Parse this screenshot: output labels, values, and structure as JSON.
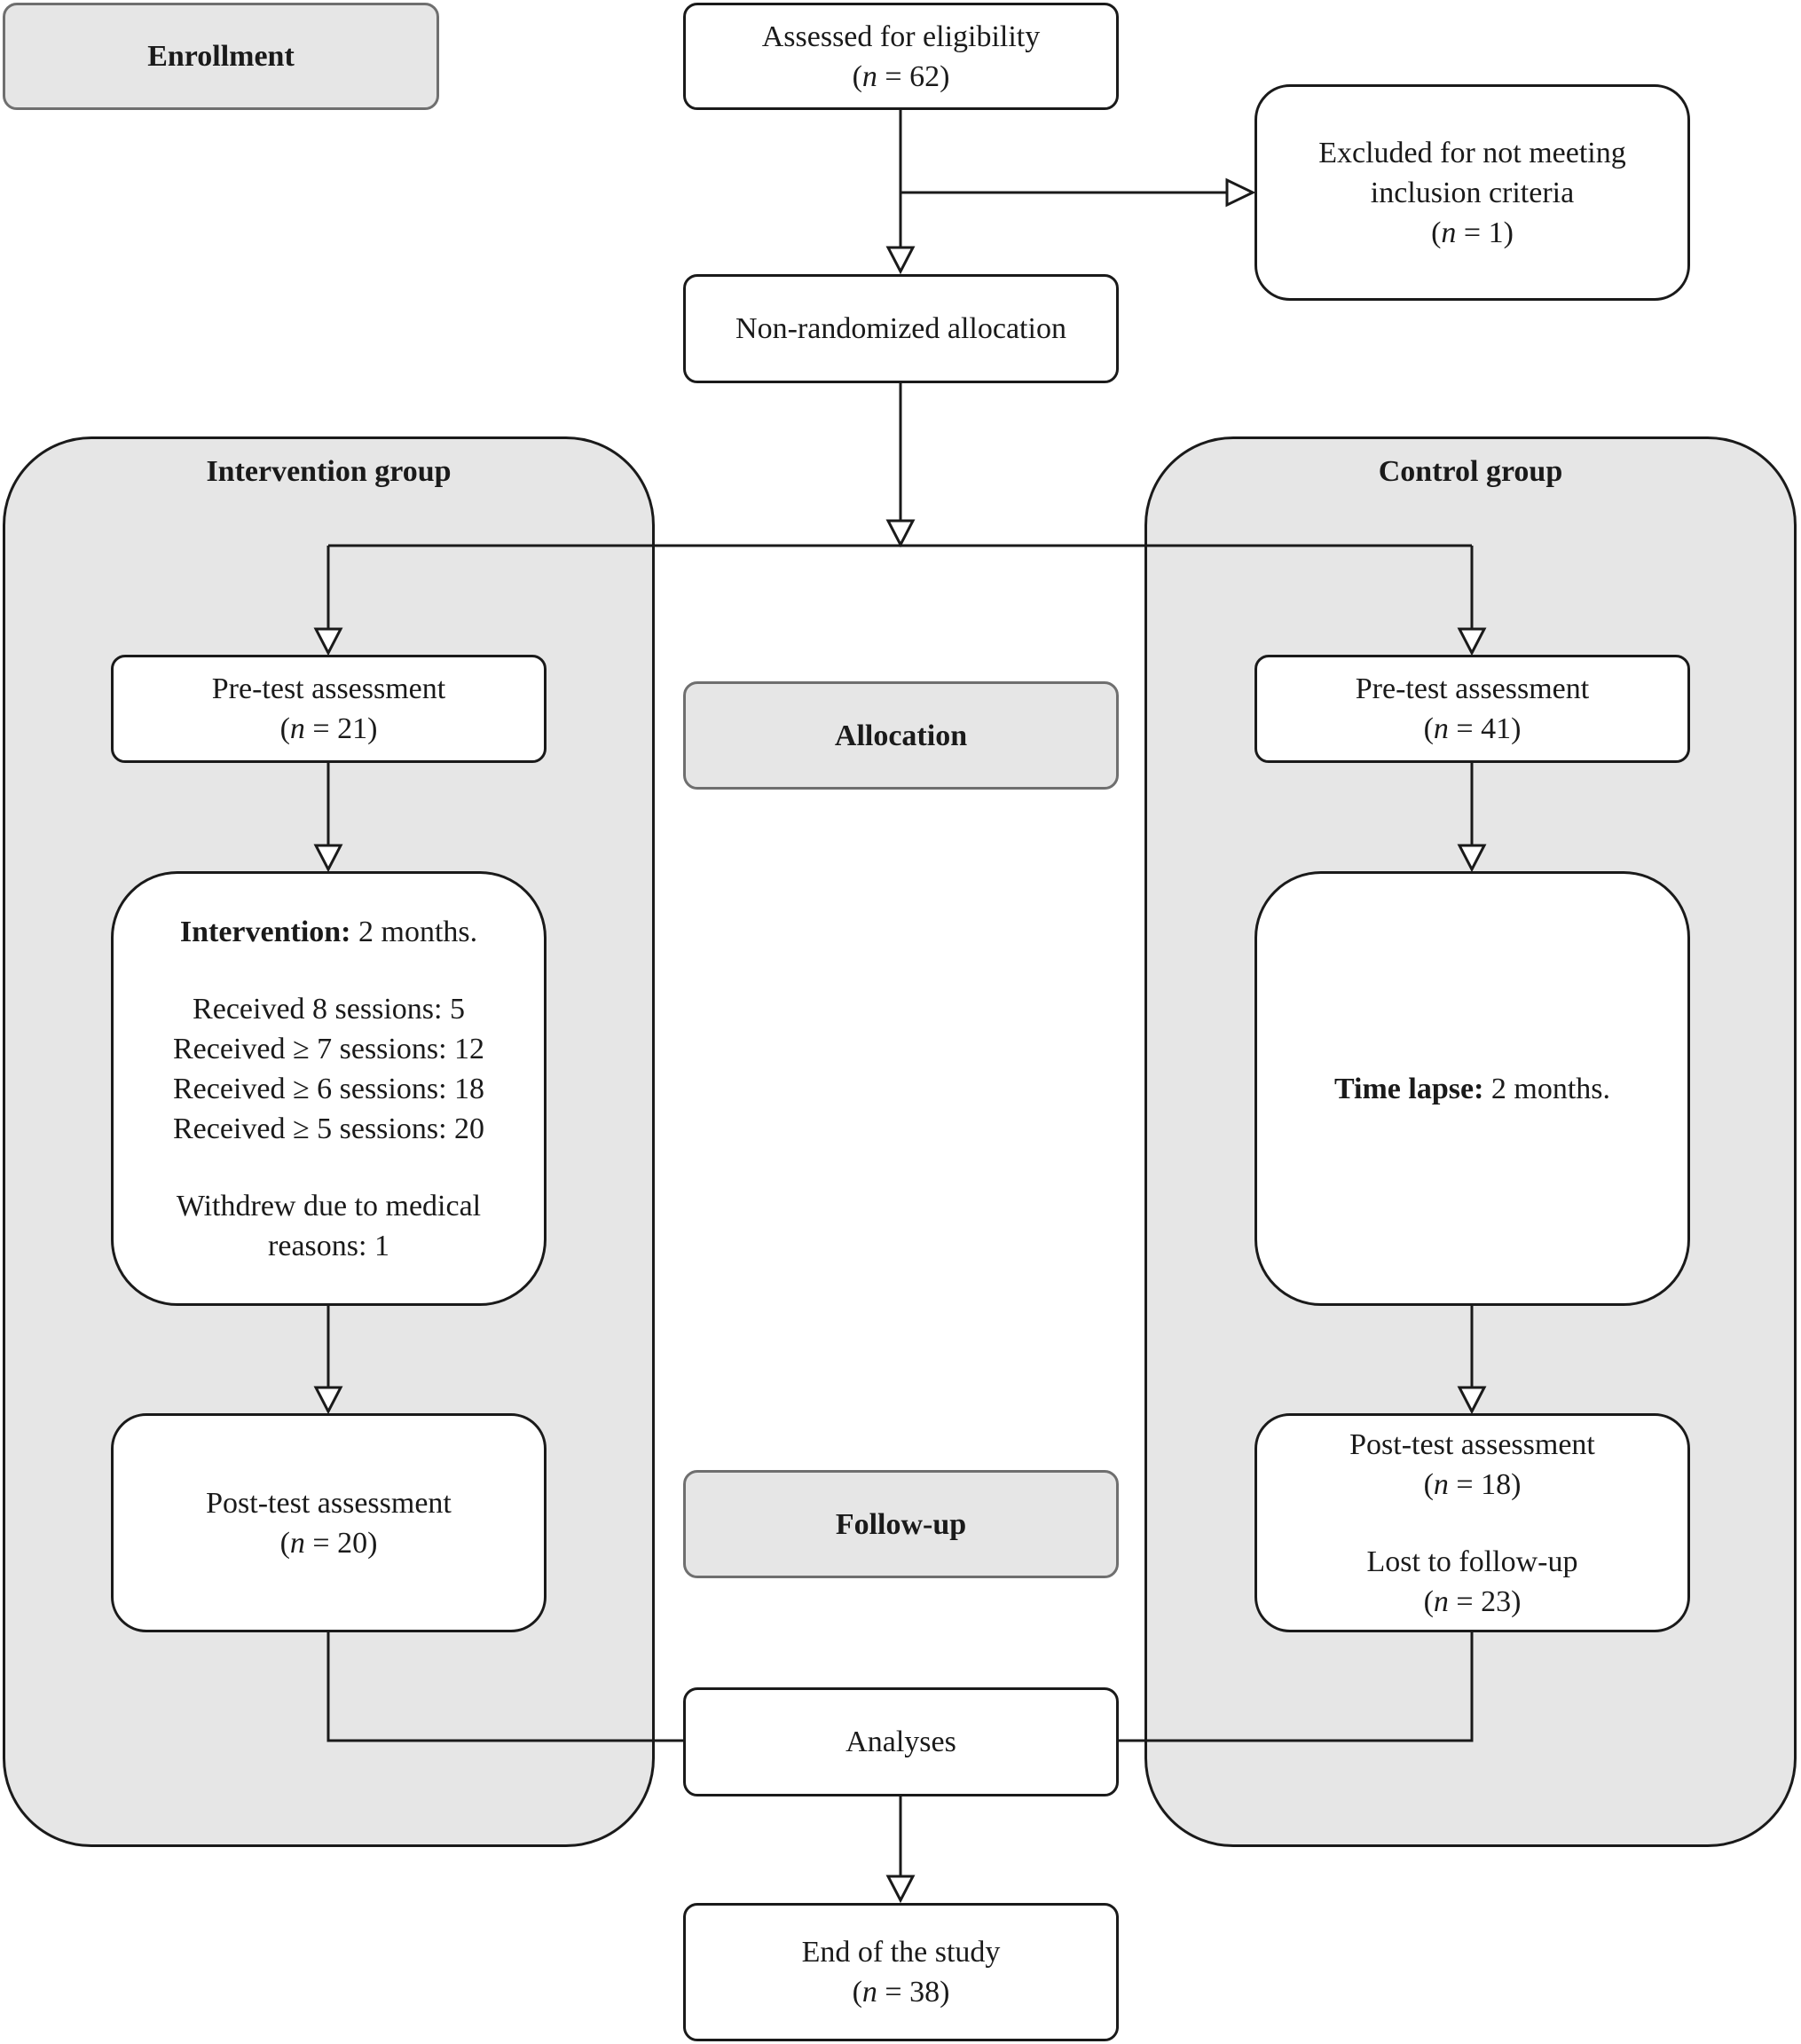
{
  "phases": {
    "enrollment": "Enrollment",
    "allocation": "Allocation",
    "follow_up": "Follow-up"
  },
  "assessed": {
    "label": "Assessed for eligibility",
    "n_prefix": "n",
    "n_suffix": " = 62)"
  },
  "excluded": {
    "line1": "Excluded for not meeting",
    "line2": "inclusion criteria",
    "n_suffix": " = 1)"
  },
  "allocation_box": "Non-randomized allocation",
  "intervention_group": {
    "title": "Intervention group",
    "pretest": {
      "label": "Pre-test assessment",
      "n_suffix": " = 21)"
    },
    "intervention": {
      "heading": "Intervention:",
      "duration": " 2 months.",
      "sessions": [
        "Received 8 sessions: 5",
        "Received ≥ 7 sessions: 12",
        "Received ≥ 6 sessions: 18",
        "Received ≥ 5 sessions: 20"
      ],
      "withdrew_line1": "Withdrew due to medical",
      "withdrew_line2": "reasons: 1"
    },
    "posttest": {
      "label": "Post-test assessment",
      "n_suffix": " = 20)"
    }
  },
  "control_group": {
    "title": "Control group",
    "pretest": {
      "label": "Pre-test assessment",
      "n_suffix": " = 41)"
    },
    "time_lapse": {
      "heading": "Time lapse:",
      "duration": " 2 months."
    },
    "posttest": {
      "label": "Post-test assessment",
      "n_suffix": " = 18)",
      "lost": "Lost to follow-up",
      "lost_n_suffix": " = 23)"
    }
  },
  "analyses": "Analyses",
  "end": {
    "label": "End of the study",
    "n_suffix": " = 38)"
  },
  "n_open": "(",
  "n_symbol": "n"
}
